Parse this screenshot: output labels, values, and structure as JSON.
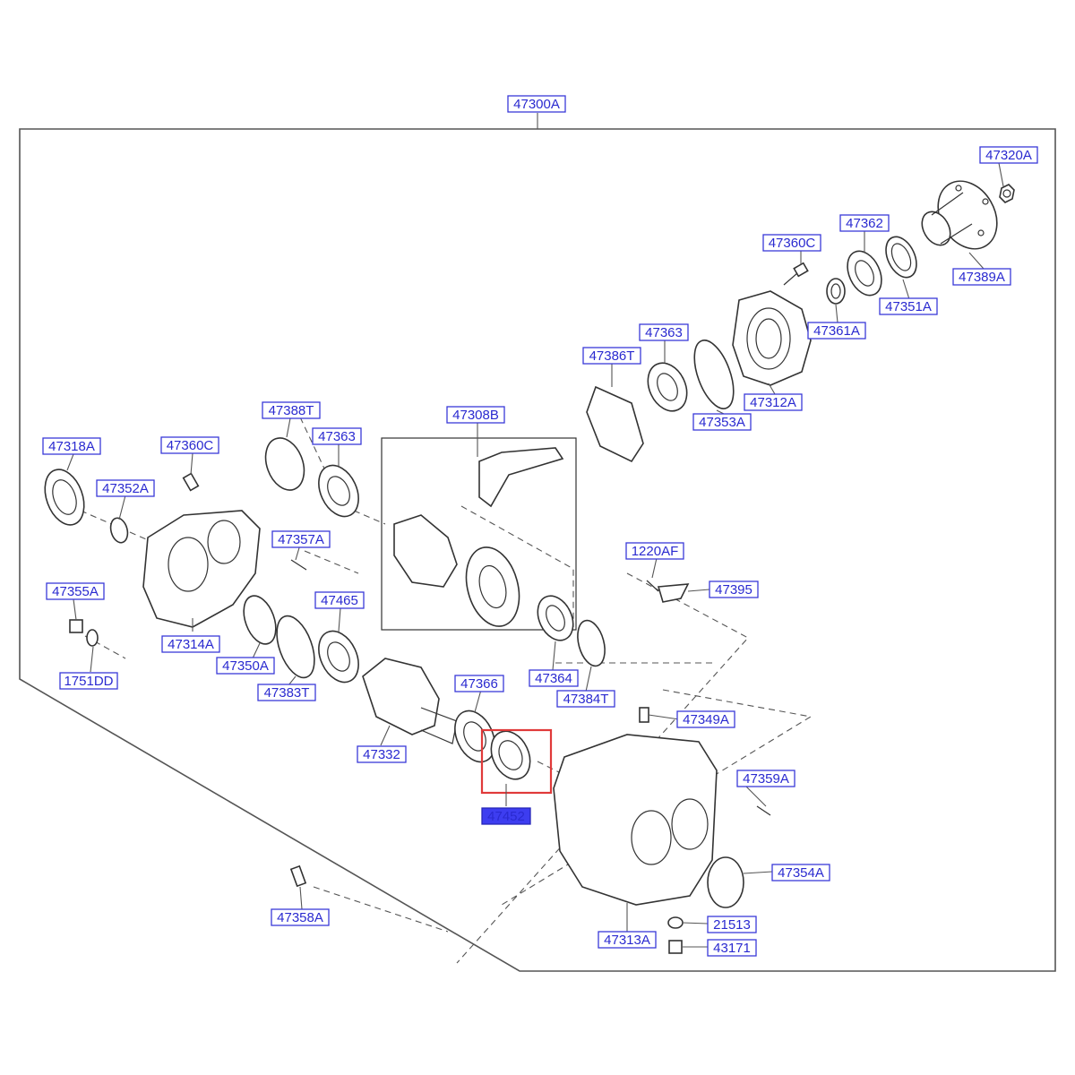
{
  "diagram": {
    "assembly_label": "47300A",
    "highlighted_part": "47452",
    "accent_color": "#3a3ad8",
    "highlight_color": "#e03a3a",
    "callouts": [
      {
        "id": "c-47300A",
        "text": "47300A"
      },
      {
        "id": "c-47320A",
        "text": "47320A"
      },
      {
        "id": "c-47362",
        "text": "47362"
      },
      {
        "id": "c-47360C-top",
        "text": "47360C"
      },
      {
        "id": "c-47389A",
        "text": "47389A"
      },
      {
        "id": "c-47351A",
        "text": "47351A"
      },
      {
        "id": "c-47361A",
        "text": "47361A"
      },
      {
        "id": "c-47363-top",
        "text": "47363"
      },
      {
        "id": "c-47386T",
        "text": "47386T"
      },
      {
        "id": "c-47312A",
        "text": "47312A"
      },
      {
        "id": "c-47353A",
        "text": "47353A"
      },
      {
        "id": "c-47388T",
        "text": "47388T"
      },
      {
        "id": "c-47308B",
        "text": "47308B"
      },
      {
        "id": "c-47318A",
        "text": "47318A"
      },
      {
        "id": "c-47360C-left",
        "text": "47360C"
      },
      {
        "id": "c-47363-mid",
        "text": "47363"
      },
      {
        "id": "c-47352A",
        "text": "47352A"
      },
      {
        "id": "c-47357A",
        "text": "47357A"
      },
      {
        "id": "c-1220AF",
        "text": "1220AF"
      },
      {
        "id": "c-47395",
        "text": "47395"
      },
      {
        "id": "c-47355A",
        "text": "47355A"
      },
      {
        "id": "c-47465",
        "text": "47465"
      },
      {
        "id": "c-47314A",
        "text": "47314A"
      },
      {
        "id": "c-47350A",
        "text": "47350A"
      },
      {
        "id": "c-1751DD",
        "text": "1751DD"
      },
      {
        "id": "c-47383T",
        "text": "47383T"
      },
      {
        "id": "c-47364",
        "text": "47364"
      },
      {
        "id": "c-47366",
        "text": "47366"
      },
      {
        "id": "c-47384T",
        "text": "47384T"
      },
      {
        "id": "c-47349A",
        "text": "47349A"
      },
      {
        "id": "c-47332",
        "text": "47332"
      },
      {
        "id": "c-47359A",
        "text": "47359A"
      },
      {
        "id": "c-47452",
        "text": "47452"
      },
      {
        "id": "c-47354A",
        "text": "47354A"
      },
      {
        "id": "c-47358A",
        "text": "47358A"
      },
      {
        "id": "c-21513",
        "text": "21513"
      },
      {
        "id": "c-47313A",
        "text": "47313A"
      },
      {
        "id": "c-43171",
        "text": "43171"
      }
    ]
  }
}
